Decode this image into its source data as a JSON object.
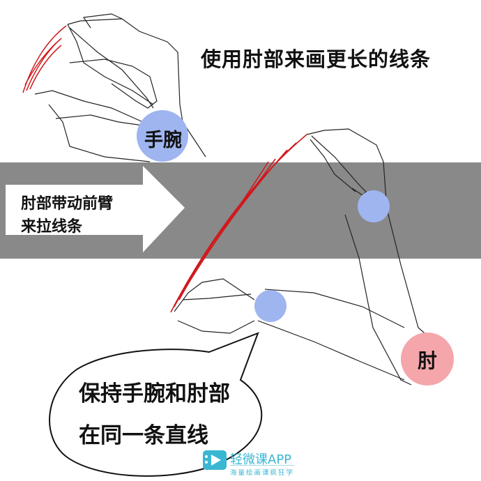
{
  "title": "使用肘部来画更长的线条",
  "arrow": {
    "line1": "肘部带动前臂",
    "line2": "来拉线条"
  },
  "labels": {
    "wrist": "手腕",
    "elbow": "肘"
  },
  "speech_bubble": {
    "line1": "保持手腕和肘部",
    "line2": "在同一条直线"
  },
  "watermark": {
    "name": "轻微课APP",
    "slogan": "海量绘画课疯狂学"
  },
  "colors": {
    "band_gray": "#8a898a",
    "wrist_circle_blue": "#9fb5f0",
    "elbow_circle_pink": "#f4a6ab",
    "stroke_red": "#d0191c",
    "watermark_teal": "#3ab7d3"
  }
}
